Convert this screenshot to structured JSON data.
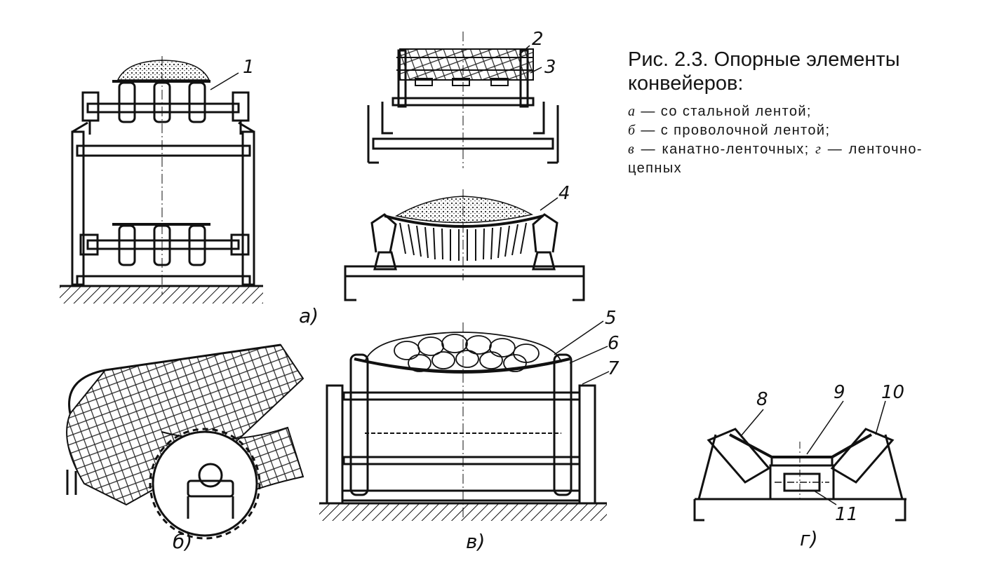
{
  "caption": {
    "title": "Рис. 2.3. Опорные элементы конвейеров:",
    "items": [
      {
        "letter": "а",
        "text": " — со стальной лентой;"
      },
      {
        "letter": "б",
        "text": " — с проволочной лентой;"
      },
      {
        "letter": "в",
        "text": " — канатно-ленточных;"
      },
      {
        "letter": "г",
        "text": " — ленточно-цепных"
      }
    ]
  },
  "sublabels": {
    "a": "а)",
    "b": "б)",
    "v": "в)",
    "g": "г)"
  },
  "callouts": {
    "n1": "1",
    "n2": "2",
    "n3": "3",
    "n4": "4",
    "n5": "5",
    "n6": "6",
    "n7": "7",
    "n8": "8",
    "n9": "9",
    "n10": "10",
    "n11": "11"
  }
}
